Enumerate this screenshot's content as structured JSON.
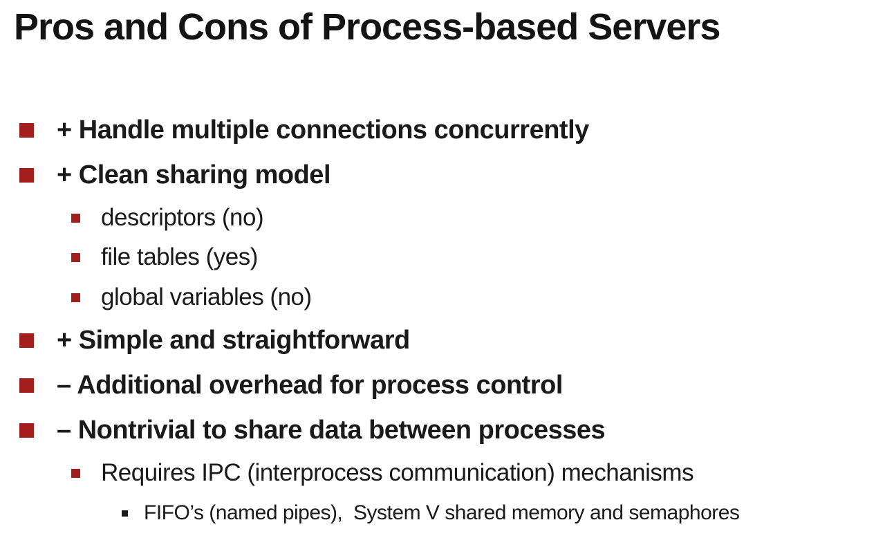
{
  "slide": {
    "title": "Pros and Cons of Process-based Servers",
    "colors": {
      "background": "#ffffff",
      "text": "#1a1a1a",
      "bullet_red": "#a51e1e",
      "bullet_black": "#1a1a1a"
    },
    "bullets": [
      {
        "level": 1,
        "text": "+ Handle multiple connections concurrently"
      },
      {
        "level": 1,
        "text": "+ Clean sharing model"
      },
      {
        "level": 2,
        "text": "descriptors (no)"
      },
      {
        "level": 2,
        "text": "file tables (yes)"
      },
      {
        "level": 2,
        "text": "global variables (no)"
      },
      {
        "level": 1,
        "text": "+ Simple and straightforward"
      },
      {
        "level": 1,
        "text": "– Additional overhead for process control"
      },
      {
        "level": 1,
        "text": "– Nontrivial to share data between processes"
      },
      {
        "level": 2,
        "text": "Requires IPC (interprocess communication) mechanisms"
      },
      {
        "level": 3,
        "text": "FIFO’s (named pipes),  System V shared memory and semaphores"
      }
    ]
  }
}
